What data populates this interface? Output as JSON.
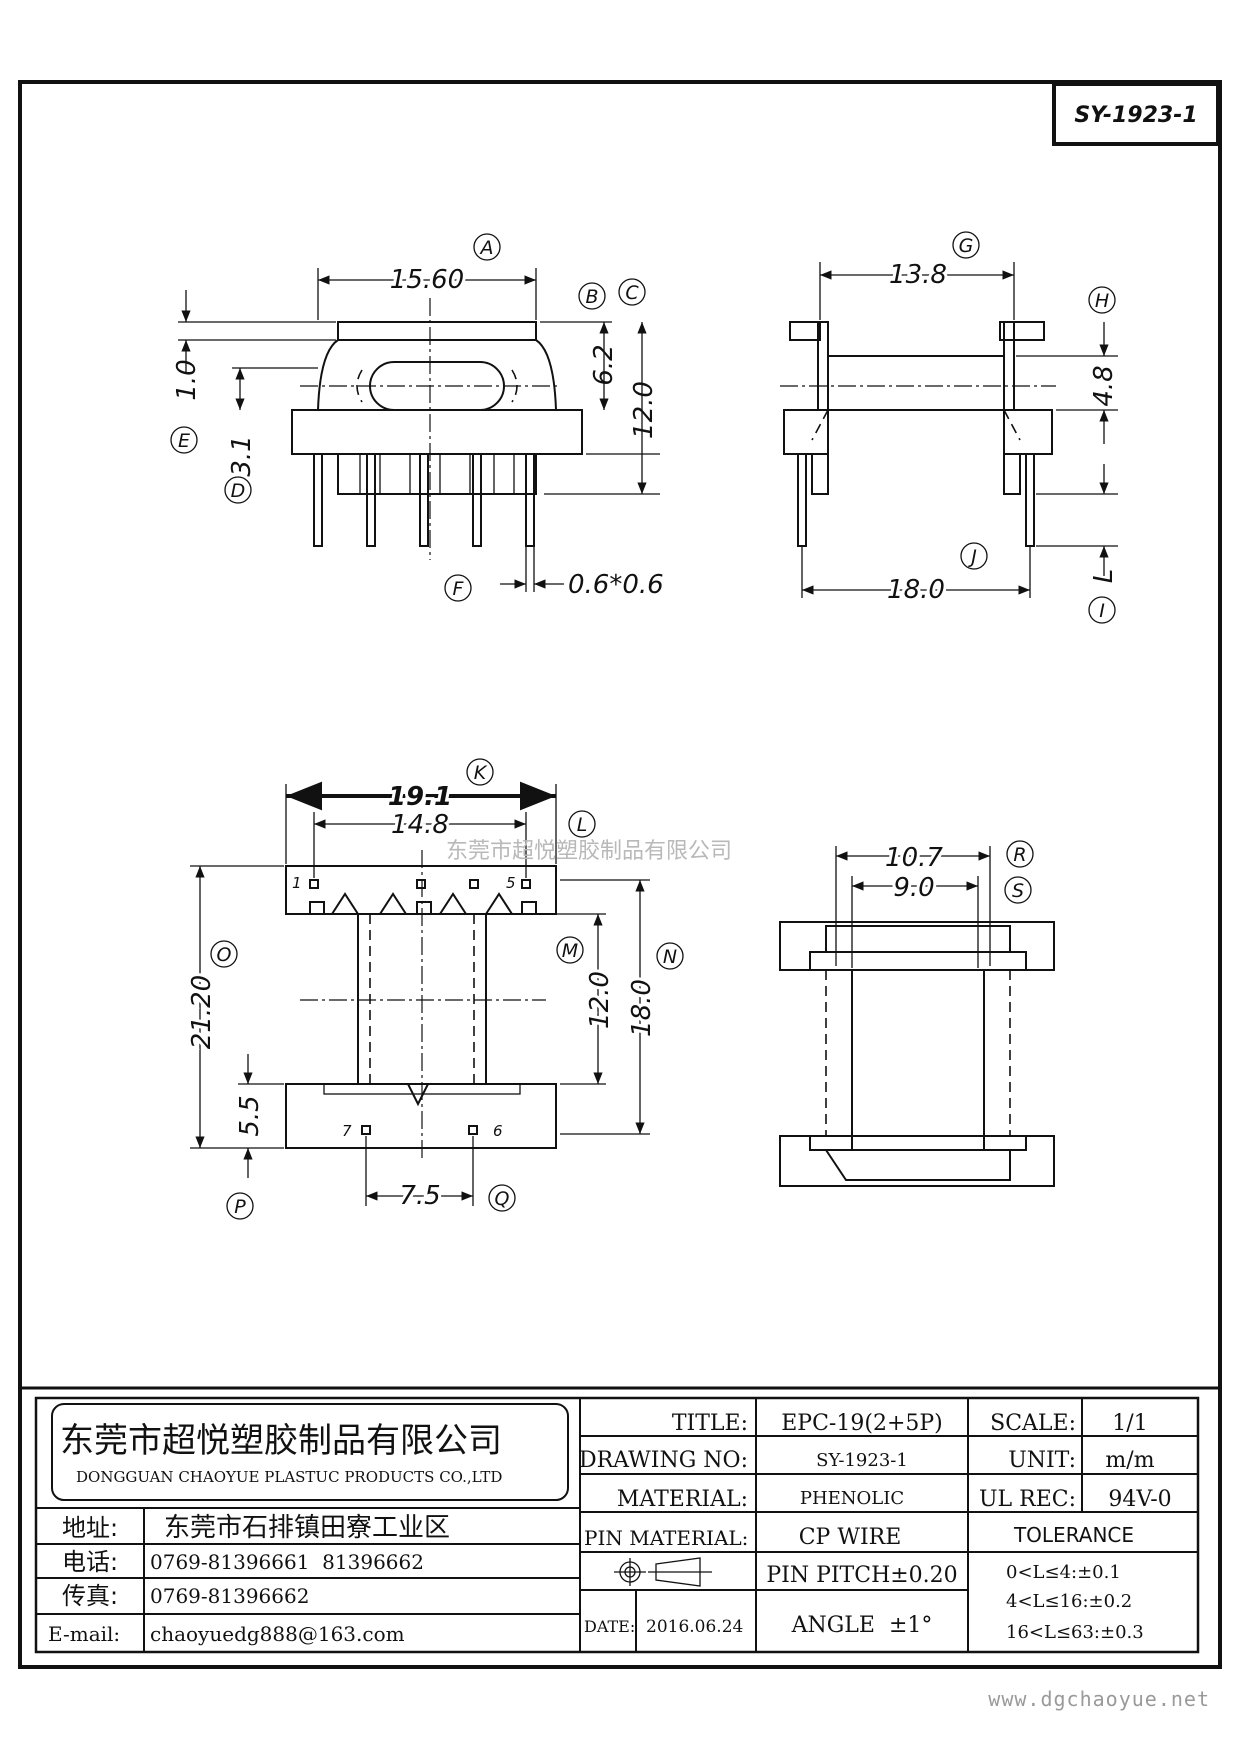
{
  "drawing_id": "SY-1923-1",
  "watermark": "东莞市超悦塑胶制品有限公司",
  "website": "www.dgchaoyue.net",
  "views": {
    "front": {
      "dims": {
        "A": "15.60",
        "B": "6.2",
        "C": "12.0",
        "D": "3.1",
        "E": "1.0",
        "F": "0.6*0.6"
      },
      "labels": [
        "A",
        "B",
        "C",
        "D",
        "E",
        "F"
      ]
    },
    "side": {
      "dims": {
        "G": "13.8",
        "H": "4.8",
        "I": "L",
        "J": "18.0"
      },
      "labels": [
        "G",
        "H",
        "I",
        "J"
      ]
    },
    "bottom": {
      "dims": {
        "K": "19.1",
        "L": "14.8",
        "M": "12.0",
        "N": "18.0",
        "O": "21.20",
        "P": "5.5",
        "Q": "7.5"
      },
      "labels": [
        "K",
        "L",
        "M",
        "N",
        "O",
        "P",
        "Q"
      ],
      "pins": [
        "1",
        "5",
        "7",
        "6"
      ]
    },
    "top": {
      "dims": {
        "R": "10.7",
        "S": "9.0"
      },
      "labels": [
        "R",
        "S"
      ]
    }
  },
  "title_block": {
    "company_cn": "东莞市超悦塑胶制品有限公司",
    "company_en": "DONGGUAN CHAOYUE PLASTUC PRODUCTS CO.,LTD",
    "address_label": "地址:",
    "address": "东莞市石排镇田寮工业区",
    "phone_label": "电话:",
    "phone": "0769-81396661  81396662",
    "fax_label": "传真:",
    "fax": "0769-81396662",
    "email_label": "E-mail:",
    "email": "chaoyuedg888@163.com",
    "title_label": "TITLE:",
    "title": "EPC-19(2+5P)",
    "drawing_no_label": "DRAWING NO:",
    "drawing_no": "SY-1923-1",
    "material_label": "MATERIAL:",
    "material": "PHENOLIC",
    "pin_material_label": "PIN MATERIAL:",
    "pin_material": "CP WIRE",
    "pin_pitch": "PIN PITCH±0.20",
    "date_label": "DATE:",
    "date": "2016.06.24",
    "angle": "ANGLE  ±1°",
    "scale_label": "SCALE:",
    "scale": "1/1",
    "unit_label": "UNIT:",
    "unit": "m/m",
    "ul_label": "UL REC:",
    "ul": "94V-0",
    "tolerance_label": "TOLERANCE",
    "tolerances": [
      "0<L≤4:±0.1",
      "4<L≤16:±0.2",
      "16<L≤63:±0.3"
    ]
  }
}
